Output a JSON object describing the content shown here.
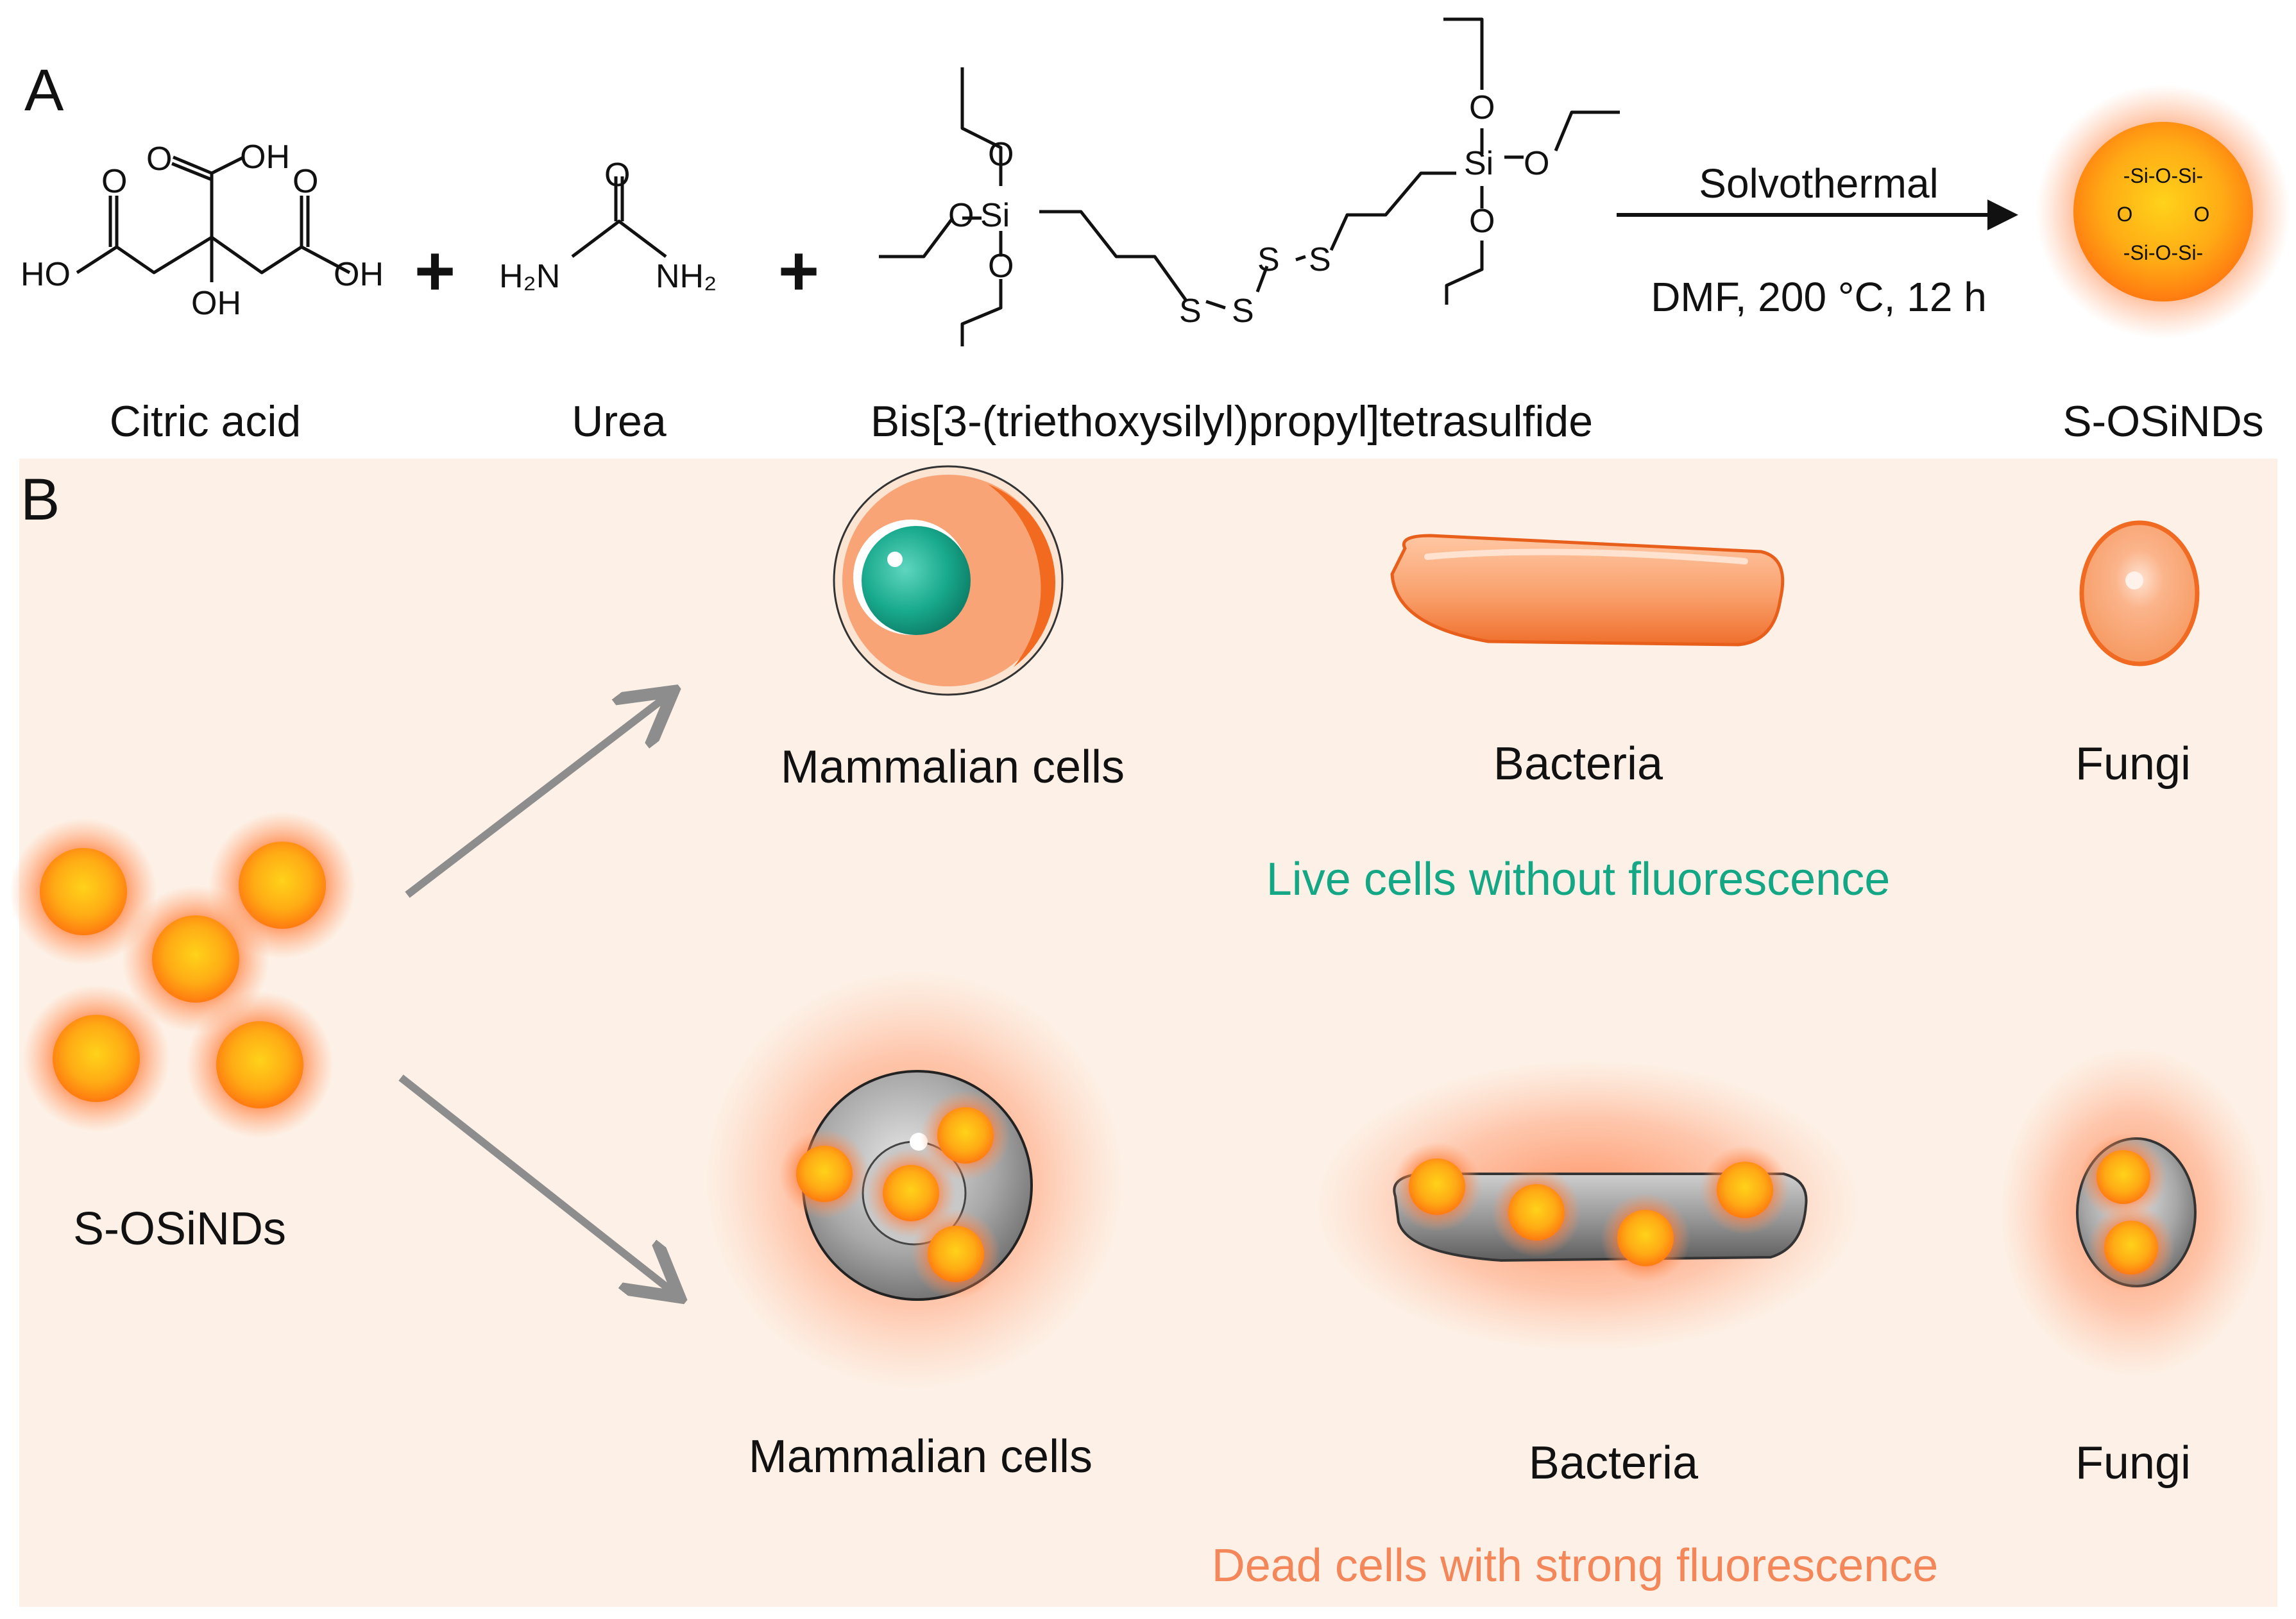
{
  "panels": {
    "a": "A",
    "b": "B"
  },
  "reaction": {
    "reagents": [
      "Citric acid",
      "Urea",
      "Bis[3-(triethoxysilyl)propyl]tetrasulfide"
    ],
    "product": "S-OSiNDs",
    "plus": "+",
    "conditions_top": "Solvothermal",
    "conditions_bottom": "DMF, 200 °C, 12 h"
  },
  "atoms": {
    "O": "O",
    "OH": "OH",
    "HO": "HO",
    "Si": "Si",
    "S": "S",
    "H2N": "H₂N",
    "NH2": "NH₂"
  },
  "nanodot_text": {
    "si_o_si": "-Si-O-Si-",
    "o": "O"
  },
  "panel_b": {
    "source_label": "S-OSiNDs",
    "live": {
      "organisms": [
        "Mammalian cells",
        "Bacteria",
        "Fungi"
      ],
      "caption": "Live cells without fluorescence"
    },
    "dead": {
      "organisms": [
        "Mammalian cells",
        "Bacteria",
        "Fungi"
      ],
      "caption": "Dead cells with strong fluorescence"
    }
  },
  "colors": {
    "background_b": "#fdf1e7",
    "orange": "#f47a3a",
    "orange_light": "#f9a46f",
    "teal": "#15a98a",
    "caption_live": "#13a785",
    "caption_dead": "#f4875a",
    "gray_arrow": "#8d8d8d",
    "dead_gray": "#9a9a9a"
  }
}
